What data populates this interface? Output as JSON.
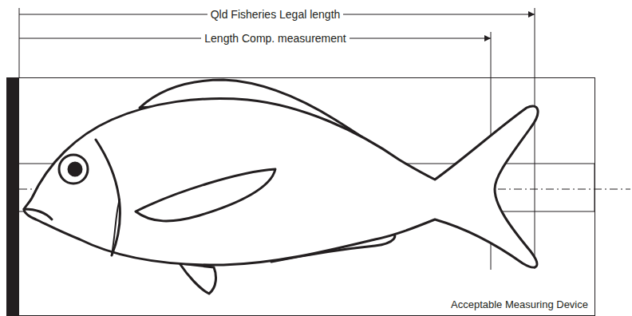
{
  "diagram": {
    "nodes": [
      {
        "text": [
          "Acceptable Measuring Device"
        ]
      }
    ],
    "labels": [
      "Qld Fisheries Legal length",
      "Length Comp. measurement"
    ]
  }
}
